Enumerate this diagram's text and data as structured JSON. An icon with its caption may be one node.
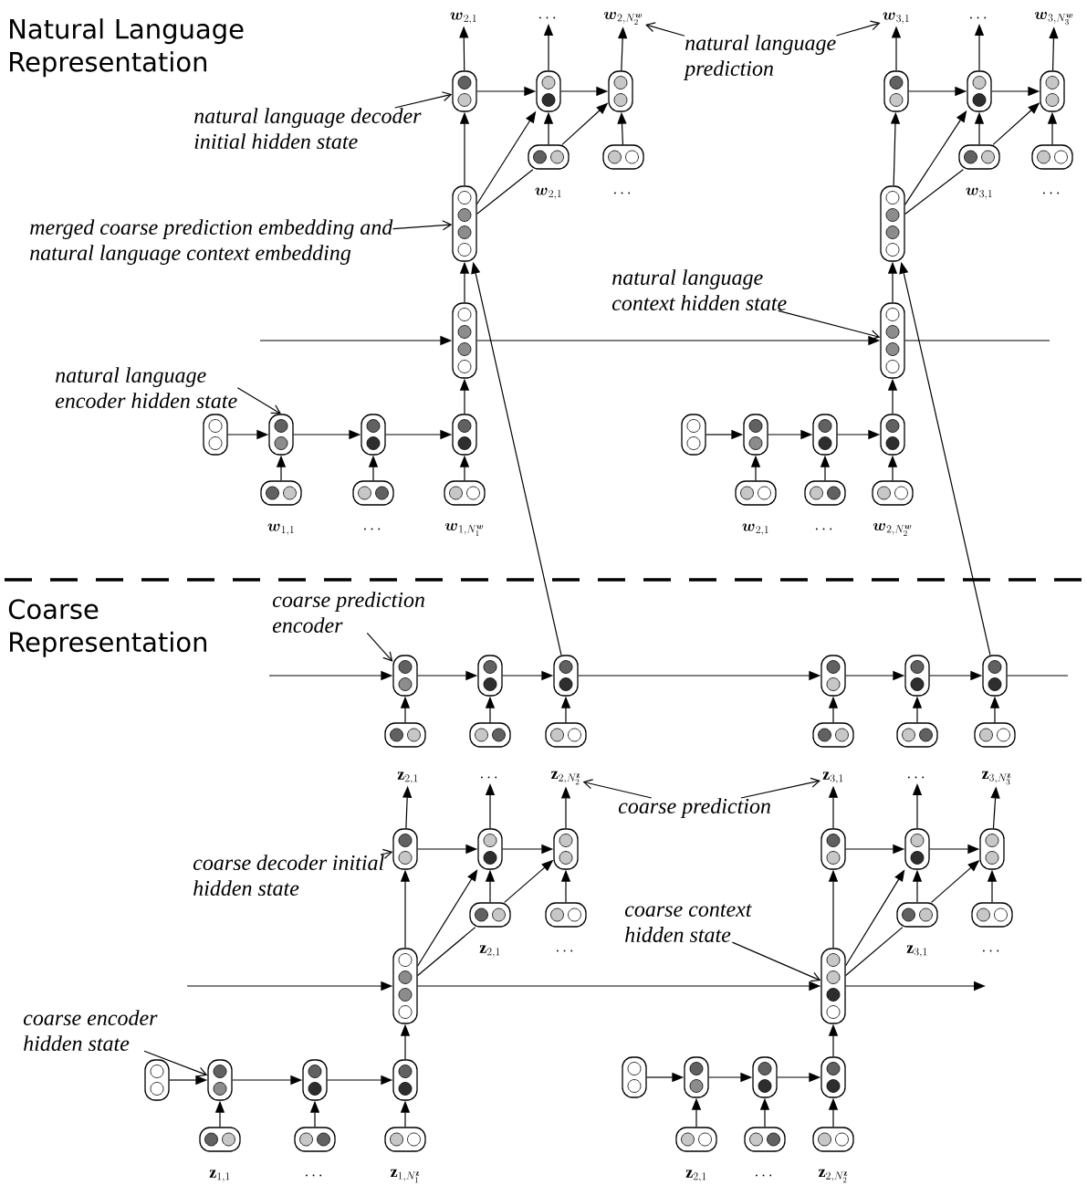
{
  "diagram": {
    "nodes": [
      {
        "text": [
          "\\boldsymbol{w}_{2,1}"
        ]
      },
      {
        "text": [
          "\\cdots"
        ]
      },
      {
        "text": [
          "\\boldsymbol{w}_{2,N_2^{\\boldsymbol{w}}}"
        ]
      },
      {
        "text": [
          "\\boldsymbol{w}_{3,1}"
        ]
      },
      {
        "text": [
          "\\cdots"
        ]
      },
      {
        "text": [
          "\\boldsymbol{w}_{3,N_3^{\\boldsymbol{w}}}"
        ]
      },
      {
        "text": [
          "natural language prediction"
        ]
      },
      {
        "text": [],
        "shape": "capsule"
      },
      {
        "text": [],
        "shape": "capsule"
      },
      {
        "text": [],
        "shape": "capsule"
      },
      {
        "text": [],
        "shape": "capsule"
      },
      {
        "text": [],
        "shape": "capsule"
      },
      {
        "text": [],
        "shape": "capsule"
      },
      {
        "text": [
          "natural language decoder initial hidden state"
        ]
      },
      {
        "text": [],
        "shape": "capsule",
        "beside": [
          "\\boldsymbol{w}_{2,1}"
        ]
      },
      {
        "text": [],
        "shape": "capsule",
        "beside": [
          "\\cdots"
        ]
      },
      {
        "text": [],
        "shape": "capsule",
        "beside": [
          "\\boldsymbol{w}_{3,1}"
        ]
      },
      {
        "text": [],
        "shape": "capsule",
        "beside": [
          "\\cdots"
        ]
      },
      {
        "text": [],
        "shape": "capsule"
      },
      {
        "text": [],
        "shape": "capsule"
      },
      {
        "text": [
          "merged coarse prediction embedding and natural language context embedding"
        ]
      },
      {
        "text": [
          "natural language context hidden state"
        ]
      },
      {
        "text": [],
        "shape": "capsule"
      },
      {
        "text": [],
        "shape": "capsule"
      },
      {
        "text": [
          "natural language encoder hidden state"
        ]
      },
      {
        "text": [],
        "shape": "capsule"
      },
      {
        "text": [],
        "shape": "capsule"
      },
      {
        "text": [],
        "shape": "capsule"
      },
      {
        "text": [],
        "shape": "capsule"
      },
      {
        "text": [],
        "shape": "capsule"
      },
      {
        "text": [],
        "shape": "capsule"
      },
      {
        "text": [],
        "shape": "capsule"
      },
      {
        "text": [],
        "shape": "capsule"
      },
      {
        "text": [],
        "shape": "capsule",
        "beside": [
          "\\boldsymbol{w}_{1,1}"
        ]
      },
      {
        "text": [],
        "shape": "capsule",
        "beside": [
          "\\cdots"
        ]
      },
      {
        "text": [],
        "shape": "capsule",
        "beside": [
          "\\boldsymbol{w}_{1,N_1^{\\boldsymbol{w}}}"
        ]
      },
      {
        "text": [],
        "shape": "capsule",
        "beside": [
          "\\boldsymbol{w}_{2,1}"
        ]
      },
      {
        "text": [],
        "shape": "capsule",
        "beside": [
          "\\cdots"
        ]
      },
      {
        "text": [],
        "shape": "capsule",
        "beside": [
          "\\boldsymbol{w}_{2,N_2^{\\boldsymbol{w}}}"
        ]
      },
      {
        "text": [
          "coarse prediction encoder"
        ]
      },
      {
        "text": [],
        "shape": "capsule"
      },
      {
        "text": [],
        "shape": "capsule"
      },
      {
        "text": [],
        "shape": "capsule"
      },
      {
        "text": [],
        "shape": "capsule"
      },
      {
        "text": [],
        "shape": "capsule"
      },
      {
        "text": [],
        "shape": "capsule"
      },
      {
        "text": [],
        "shape": "capsule"
      },
      {
        "text": [],
        "shape": "capsule"
      },
      {
        "text": [],
        "shape": "capsule"
      },
      {
        "text": [],
        "shape": "capsule"
      },
      {
        "text": [],
        "shape": "capsule"
      },
      {
        "text": [],
        "shape": "capsule"
      },
      {
        "text": [
          "\\mathbf{z}_{2,1}"
        ]
      },
      {
        "text": [
          "\\cdots"
        ]
      },
      {
        "text": [
          "\\mathbf{z}_{2,N_2^{\\mathbf{z}}}"
        ]
      },
      {
        "text": [
          "\\mathbf{z}_{3,1}"
        ]
      },
      {
        "text": [
          "\\cdots"
        ]
      },
      {
        "text": [
          "\\mathbf{z}_{3,N_3^{\\mathbf{z}}}"
        ]
      },
      {
        "text": [
          "coarse prediction"
        ]
      },
      {
        "text": [],
        "shape": "capsule"
      },
      {
        "text": [],
        "shape": "capsule"
      },
      {
        "text": [],
        "shape": "capsule"
      },
      {
        "text": [],
        "shape": "capsule"
      },
      {
        "text": [],
        "shape": "capsule"
      },
      {
        "text": [],
        "shape": "capsule"
      },
      {
        "text": [
          "coarse decoder initial hidden state"
        ]
      },
      {
        "text": [],
        "shape": "capsule",
        "beside": [
          "\\mathbf{z}_{2,1}"
        ]
      },
      {
        "text": [],
        "shape": "capsule",
        "beside": [
          "\\cdots"
        ]
      },
      {
        "text": [
          "coarse context hidden state"
        ]
      },
      {
        "text": [],
        "shape": "capsule",
        "beside": [
          "\\mathbf{z}_{3,1}"
        ]
      },
      {
        "text": [],
        "shape": "capsule",
        "beside": [
          "\\cdots"
        ]
      },
      {
        "text": [],
        "shape": "capsule"
      },
      {
        "text": [],
        "shape": "capsule"
      },
      {
        "text": [
          "coarse encoder hidden state"
        ]
      },
      {
        "text": [],
        "shape": "capsule"
      },
      {
        "text": [],
        "shape": "capsule"
      },
      {
        "text": [],
        "shape": "capsule"
      },
      {
        "text": [],
        "shape": "capsule"
      },
      {
        "text": [],
        "shape": "capsule"
      },
      {
        "text": [],
        "shape": "capsule"
      },
      {
        "text": [],
        "shape": "capsule"
      },
      {
        "text": [],
        "shape": "capsule"
      },
      {
        "text": [],
        "shape": "capsule",
        "beside": [
          "\\mathbf{z}_{1,1}"
        ]
      },
      {
        "text": [],
        "shape": "capsule",
        "beside": [
          "\\cdots"
        ]
      },
      {
        "text": [],
        "shape": "capsule",
        "beside": [
          "\\mathbf{z}_{1,N_1^{\\mathbf{z}}}"
        ]
      },
      {
        "text": [],
        "shape": "capsule",
        "beside": [
          "\\mathbf{z}_{2,1}"
        ]
      },
      {
        "text": [],
        "shape": "capsule",
        "beside": [
          "\\cdots"
        ]
      },
      {
        "text": [],
        "shape": "capsule",
        "beside": [
          "\\mathbf{z}_{2,N_2^{\\mathbf{z}}}"
        ]
      }
    ],
    "edges": [
      {
        "from": 7,
        "to": 0,
        "arrow": "to"
      },
      {
        "from": 8,
        "to": 1,
        "arrow": "to"
      },
      {
        "from": 9,
        "to": 2,
        "arrow": "to"
      },
      {
        "from": 10,
        "to": 3,
        "arrow": "to"
      },
      {
        "from": 11,
        "to": 4,
        "arrow": "to"
      },
      {
        "from": 12,
        "to": 5,
        "arrow": "to"
      },
      {
        "from": 6,
        "to": 2,
        "arrow": "to"
      },
      {
        "from": 6,
        "to": 3,
        "arrow": "to"
      },
      {
        "from": 7,
        "to": 8,
        "arrow": "to"
      },
      {
        "from": 8,
        "to": 9,
        "arrow": "to"
      },
      {
        "from": 10,
        "to": 11,
        "arrow": "to"
      },
      {
        "from": 11,
        "to": 12,
        "arrow": "to"
      },
      {
        "from": 14,
        "to": 8,
        "arrow": "to"
      },
      {
        "from": 14,
        "to": 9,
        "arrow": "to"
      },
      {
        "from": 15,
        "to": 9,
        "arrow": "to"
      },
      {
        "from": 16,
        "to": 11,
        "arrow": "to"
      },
      {
        "from": 16,
        "to": 12,
        "arrow": "to"
      },
      {
        "from": 17,
        "to": 12,
        "arrow": "to"
      },
      {
        "from": 18,
        "to": 7,
        "arrow": "to"
      },
      {
        "from": 18,
        "to": 8,
        "arrow": "to"
      },
      {
        "from": 18,
        "to": 14,
        "arrow": "none"
      },
      {
        "from": 19,
        "to": 10,
        "arrow": "to"
      },
      {
        "from": 19,
        "to": 11,
        "arrow": "to"
      },
      {
        "from": 19,
        "to": 16,
        "arrow": "none"
      },
      {
        "from": 13,
        "to": 7,
        "arrow": "to"
      },
      {
        "from": 20,
        "to": 18,
        "arrow": "to"
      },
      {
        "from": 22,
        "to": 18,
        "arrow": "to"
      },
      {
        "from": 23,
        "to": 19,
        "arrow": "to"
      },
      {
        "from": null,
        "to": 22,
        "arrow": "to"
      },
      {
        "from": 22,
        "to": 23,
        "arrow": "to"
      },
      {
        "from": 23,
        "to": null,
        "arrow": "none"
      },
      {
        "from": 21,
        "to": 23,
        "arrow": "to"
      },
      {
        "from": 24,
        "to": 26,
        "arrow": "to"
      },
      {
        "from": 25,
        "to": 26,
        "arrow": "to"
      },
      {
        "from": 26,
        "to": 27,
        "arrow": "to"
      },
      {
        "from": 27,
        "to": 28,
        "arrow": "to"
      },
      {
        "from": 28,
        "to": 22,
        "arrow": "to"
      },
      {
        "from": 29,
        "to": 30,
        "arrow": "to"
      },
      {
        "from": 30,
        "to": 31,
        "arrow": "to"
      },
      {
        "from": 31,
        "to": 32,
        "arrow": "to"
      },
      {
        "from": 32,
        "to": 23,
        "arrow": "to"
      },
      {
        "from": 33,
        "to": 26,
        "arrow": "to"
      },
      {
        "from": 34,
        "to": 27,
        "arrow": "to"
      },
      {
        "from": 35,
        "to": 28,
        "arrow": "to"
      },
      {
        "from": 36,
        "to": 30,
        "arrow": "to"
      },
      {
        "from": 37,
        "to": 31,
        "arrow": "to"
      },
      {
        "from": 38,
        "to": 32,
        "arrow": "to"
      },
      {
        "from": 42,
        "to": 18,
        "arrow": "to"
      },
      {
        "from": 45,
        "to": 19,
        "arrow": "to"
      },
      {
        "from": 39,
        "to": 40,
        "arrow": "to"
      },
      {
        "from": null,
        "to": 40,
        "arrow": "to"
      },
      {
        "from": 40,
        "to": 41,
        "arrow": "to"
      },
      {
        "from": 41,
        "to": 42,
        "arrow": "to"
      },
      {
        "from": 42,
        "to": 43,
        "arrow": "to"
      },
      {
        "from": 43,
        "to": 44,
        "arrow": "to"
      },
      {
        "from": 44,
        "to": 45,
        "arrow": "to"
      },
      {
        "from": 45,
        "to": null,
        "arrow": "none"
      },
      {
        "from": 46,
        "to": 40,
        "arrow": "to"
      },
      {
        "from": 47,
        "to": 41,
        "arrow": "to"
      },
      {
        "from": 48,
        "to": 42,
        "arrow": "to"
      },
      {
        "from": 49,
        "to": 43,
        "arrow": "to"
      },
      {
        "from": 50,
        "to": 44,
        "arrow": "to"
      },
      {
        "from": 51,
        "to": 45,
        "arrow": "to"
      },
      {
        "from": 59,
        "to": 52,
        "arrow": "to"
      },
      {
        "from": 60,
        "to": 53,
        "arrow": "to"
      },
      {
        "from": 61,
        "to": 54,
        "arrow": "to"
      },
      {
        "from": 62,
        "to": 55,
        "arrow": "to"
      },
      {
        "from": 63,
        "to": 56,
        "arrow": "to"
      },
      {
        "from": 64,
        "to": 57,
        "arrow": "to"
      },
      {
        "from": 58,
        "to": 54,
        "arrow": "to"
      },
      {
        "from": 58,
        "to": 55,
        "arrow": "to"
      },
      {
        "from": 59,
        "to": 60,
        "arrow": "to"
      },
      {
        "from": 60,
        "to": 61,
        "arrow": "to"
      },
      {
        "from": 62,
        "to": 63,
        "arrow": "to"
      },
      {
        "from": 63,
        "to": 64,
        "arrow": "to"
      },
      {
        "from": 66,
        "to": 60,
        "arrow": "to"
      },
      {
        "from": 66,
        "to": 61,
        "arrow": "to"
      },
      {
        "from": 67,
        "to": 61,
        "arrow": "to"
      },
      {
        "from": 69,
        "to": 63,
        "arrow": "to"
      },
      {
        "from": 69,
        "to": 64,
        "arrow": "to"
      },
      {
        "from": 70,
        "to": 64,
        "arrow": "to"
      },
      {
        "from": 71,
        "to": 59,
        "arrow": "to"
      },
      {
        "from": 71,
        "to": 60,
        "arrow": "to"
      },
      {
        "from": 71,
        "to": 66,
        "arrow": "none"
      },
      {
        "from": 72,
        "to": 62,
        "arrow": "to"
      },
      {
        "from": 72,
        "to": 63,
        "arrow": "to"
      },
      {
        "from": 72,
        "to": 69,
        "arrow": "none"
      },
      {
        "from": 65,
        "to": 59,
        "arrow": "to"
      },
      {
        "from": 68,
        "to": 72,
        "arrow": "to"
      },
      {
        "from": null,
        "to": 71,
        "arrow": "to"
      },
      {
        "from": 71,
        "to": 72,
        "arrow": "to"
      },
      {
        "from": 72,
        "to": null,
        "arrow": "to"
      },
      {
        "from": 73,
        "to": 75,
        "arrow": "to"
      },
      {
        "from": 74,
        "to": 75,
        "arrow": "to"
      },
      {
        "from": 75,
        "to": 76,
        "arrow": "to"
      },
      {
        "from": 76,
        "to": 77,
        "arrow": "to"
      },
      {
        "from": 77,
        "to": 71,
        "arrow": "to"
      },
      {
        "from": 78,
        "to": 79,
        "arrow": "to"
      },
      {
        "from": 79,
        "to": 80,
        "arrow": "to"
      },
      {
        "from": 80,
        "to": 81,
        "arrow": "to"
      },
      {
        "from": 81,
        "to": 72,
        "arrow": "to"
      },
      {
        "from": 82,
        "to": 75,
        "arrow": "to"
      },
      {
        "from": 83,
        "to": 76,
        "arrow": "to"
      },
      {
        "from": 84,
        "to": 77,
        "arrow": "to"
      },
      {
        "from": 85,
        "to": 79,
        "arrow": "to"
      },
      {
        "from": 86,
        "to": 80,
        "arrow": "to"
      },
      {
        "from": 87,
        "to": 81,
        "arrow": "to"
      }
    ],
    "labels": [
      "Natural Language Representation",
      "Coarse Representation"
    ]
  }
}
